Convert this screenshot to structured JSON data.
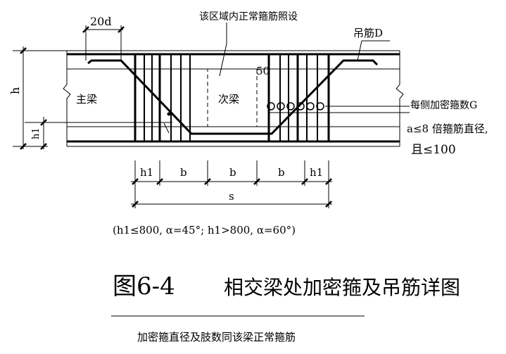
{
  "labels": {
    "anchor_20d": "20d",
    "region_note": "该区域内正常箍筋照设",
    "hanger_bar": "吊筋D",
    "main_beam": "主梁",
    "secondary_beam": "次梁",
    "dim_50": "50",
    "stirrups_each_side": "每侧加密箍数G",
    "spacing_rule_1": "a≤8 倍箍筋直径,",
    "spacing_rule_2": "且≤100",
    "h": "h",
    "h1_left": "h1",
    "dim_h1_a": "h1",
    "dim_b_1": "b",
    "dim_b_2": "b",
    "dim_b_3": "b",
    "dim_h1_b": "h1",
    "dim_s": "s",
    "angle_condition": "(h1≤800, α=45°; h1>800, α=60°)",
    "figure_number": "图6-4",
    "figure_title": "相交梁处加密箍及吊筋详图",
    "footnote": "加密箍直径及肢数同该梁正常箍筋"
  }
}
